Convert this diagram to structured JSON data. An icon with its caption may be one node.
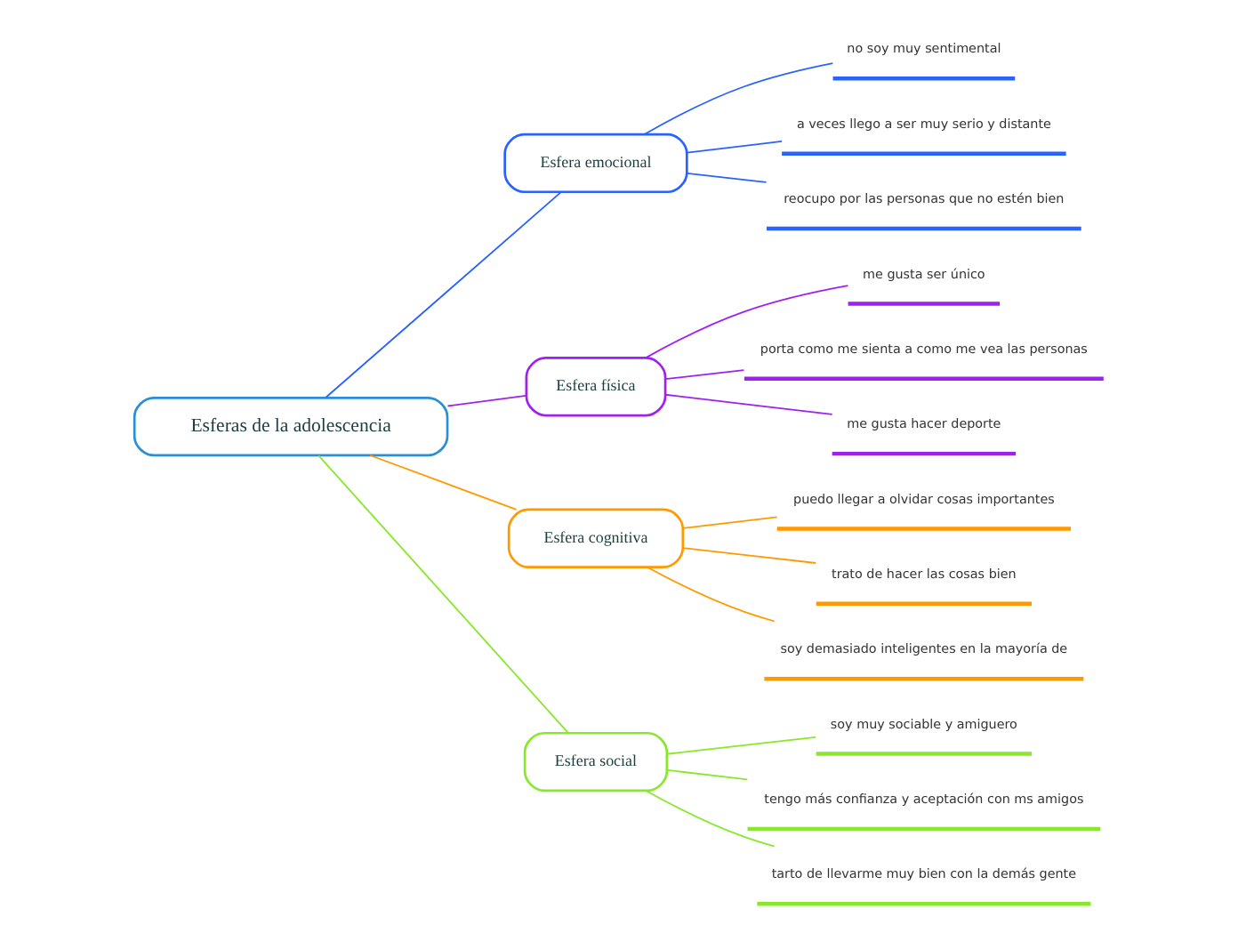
{
  "diagram": {
    "nodes": [
      {
        "text": [
          "Esferas de la adolescencia"
        ]
      },
      {
        "text": [
          "Esfera emocional"
        ]
      },
      {
        "text": [
          "no soy muy sentimental"
        ]
      },
      {
        "text": [
          "a veces llego a ser muy serio y distante"
        ]
      },
      {
        "text": [
          "reocupo por las personas que no estén bien"
        ]
      },
      {
        "text": [
          "Esfera física"
        ]
      },
      {
        "text": [
          "me gusta ser único"
        ]
      },
      {
        "text": [
          "porta como me sienta a como me vea las personas"
        ]
      },
      {
        "text": [
          "me gusta hacer deporte"
        ]
      },
      {
        "text": [
          "Esfera cognitiva"
        ]
      },
      {
        "text": [
          "puedo llegar a olvidar cosas importantes"
        ]
      },
      {
        "text": [
          "trato de hacer las cosas bien"
        ]
      },
      {
        "text": [
          "soy demasiado inteligentes en la mayoría de"
        ]
      },
      {
        "text": [
          "Esfera social"
        ]
      },
      {
        "text": [
          "soy muy sociable y amiguero"
        ]
      },
      {
        "text": [
          "tengo más confianza y aceptación con ms amigos"
        ]
      },
      {
        "text": [
          "tarto de llevarme muy bien con la demás gente"
        ]
      }
    ],
    "edges": [
      {
        "from": 0,
        "to": 1,
        "arrow": "none",
        "color": "#2962ff"
      },
      {
        "from": 1,
        "to": 2,
        "arrow": "none",
        "color": "#2962ff"
      },
      {
        "from": 1,
        "to": 3,
        "arrow": "none",
        "color": "#2962ff"
      },
      {
        "from": 1,
        "to": 4,
        "arrow": "none",
        "color": "#2962ff"
      },
      {
        "from": 0,
        "to": 5,
        "arrow": "none",
        "color": "#a020f0"
      },
      {
        "from": 5,
        "to": 6,
        "arrow": "none",
        "color": "#a020f0"
      },
      {
        "from": 5,
        "to": 7,
        "arrow": "none",
        "color": "#a020f0"
      },
      {
        "from": 5,
        "to": 8,
        "arrow": "none",
        "color": "#a020f0"
      },
      {
        "from": 0,
        "to": 9,
        "arrow": "none",
        "color": "#ff9900"
      },
      {
        "from": 9,
        "to": 10,
        "arrow": "none",
        "color": "#ff9900"
      },
      {
        "from": 9,
        "to": 11,
        "arrow": "none",
        "color": "#ff9900"
      },
      {
        "from": 9,
        "to": 12,
        "arrow": "none",
        "color": "#ff9900"
      },
      {
        "from": 0,
        "to": 13,
        "arrow": "none",
        "color": "#88e82a"
      },
      {
        "from": 13,
        "to": 14,
        "arrow": "none",
        "color": "#88e82a"
      },
      {
        "from": 13,
        "to": 15,
        "arrow": "none",
        "color": "#88e82a"
      },
      {
        "from": 13,
        "to": 16,
        "arrow": "none",
        "color": "#88e82a"
      }
    ]
  }
}
